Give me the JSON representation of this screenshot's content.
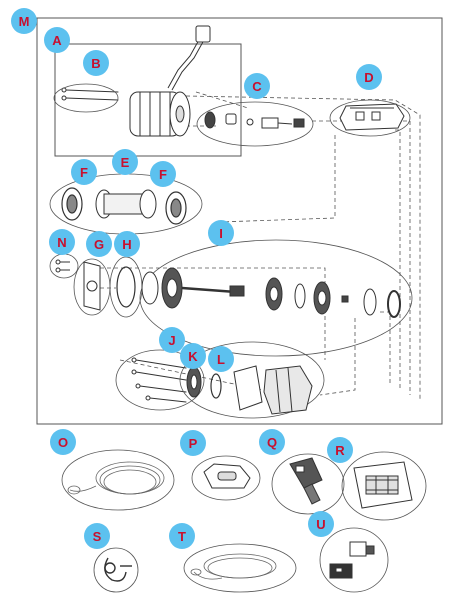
{
  "diagram": {
    "labels": {
      "M": "M",
      "A": "A",
      "B": "B",
      "C": "C",
      "D": "D",
      "E": "E",
      "F1": "F",
      "F2": "F",
      "N": "N",
      "G": "G",
      "H": "H",
      "I": "I",
      "J": "J",
      "K": "K",
      "L": "L",
      "O": "O",
      "P": "P",
      "Q": "Q",
      "R": "R",
      "S": "S",
      "T": "T",
      "U": "U"
    },
    "colors": {
      "bubble": "#5cc1ef",
      "label_text": "#c8102e",
      "line_art": "#333333",
      "leader_line": "#555555"
    }
  }
}
